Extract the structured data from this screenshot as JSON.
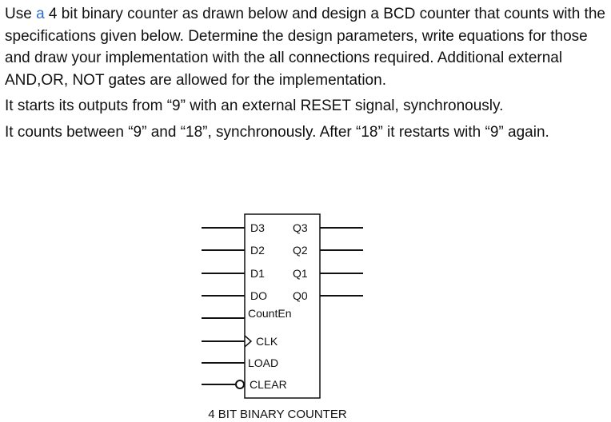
{
  "problem": {
    "p1_before": "Use ",
    "p1_highlight": "a",
    "p1_after": " 4 bit binary counter as drawn below and design a BCD counter that counts with the specifications given below. Determine the design parameters, write equations for those and draw your implementation with the all connections required. Additional external AND,OR, NOT gates are allowed for the implementation.",
    "p2": "It starts its outputs from “9” with an external RESET signal, synchronously.",
    "p3": "It counts between “9” and “18”, synchronously. After “18” it restarts with “9” again."
  },
  "counter": {
    "inputs": [
      "D3",
      "D2",
      "D1",
      "DO",
      "CountEn",
      "CLK",
      "LOAD",
      "CLEAR"
    ],
    "outputs": [
      "Q3",
      "Q2",
      "Q1",
      "Q0"
    ],
    "caption": "4 BIT BINARY COUNTER"
  }
}
